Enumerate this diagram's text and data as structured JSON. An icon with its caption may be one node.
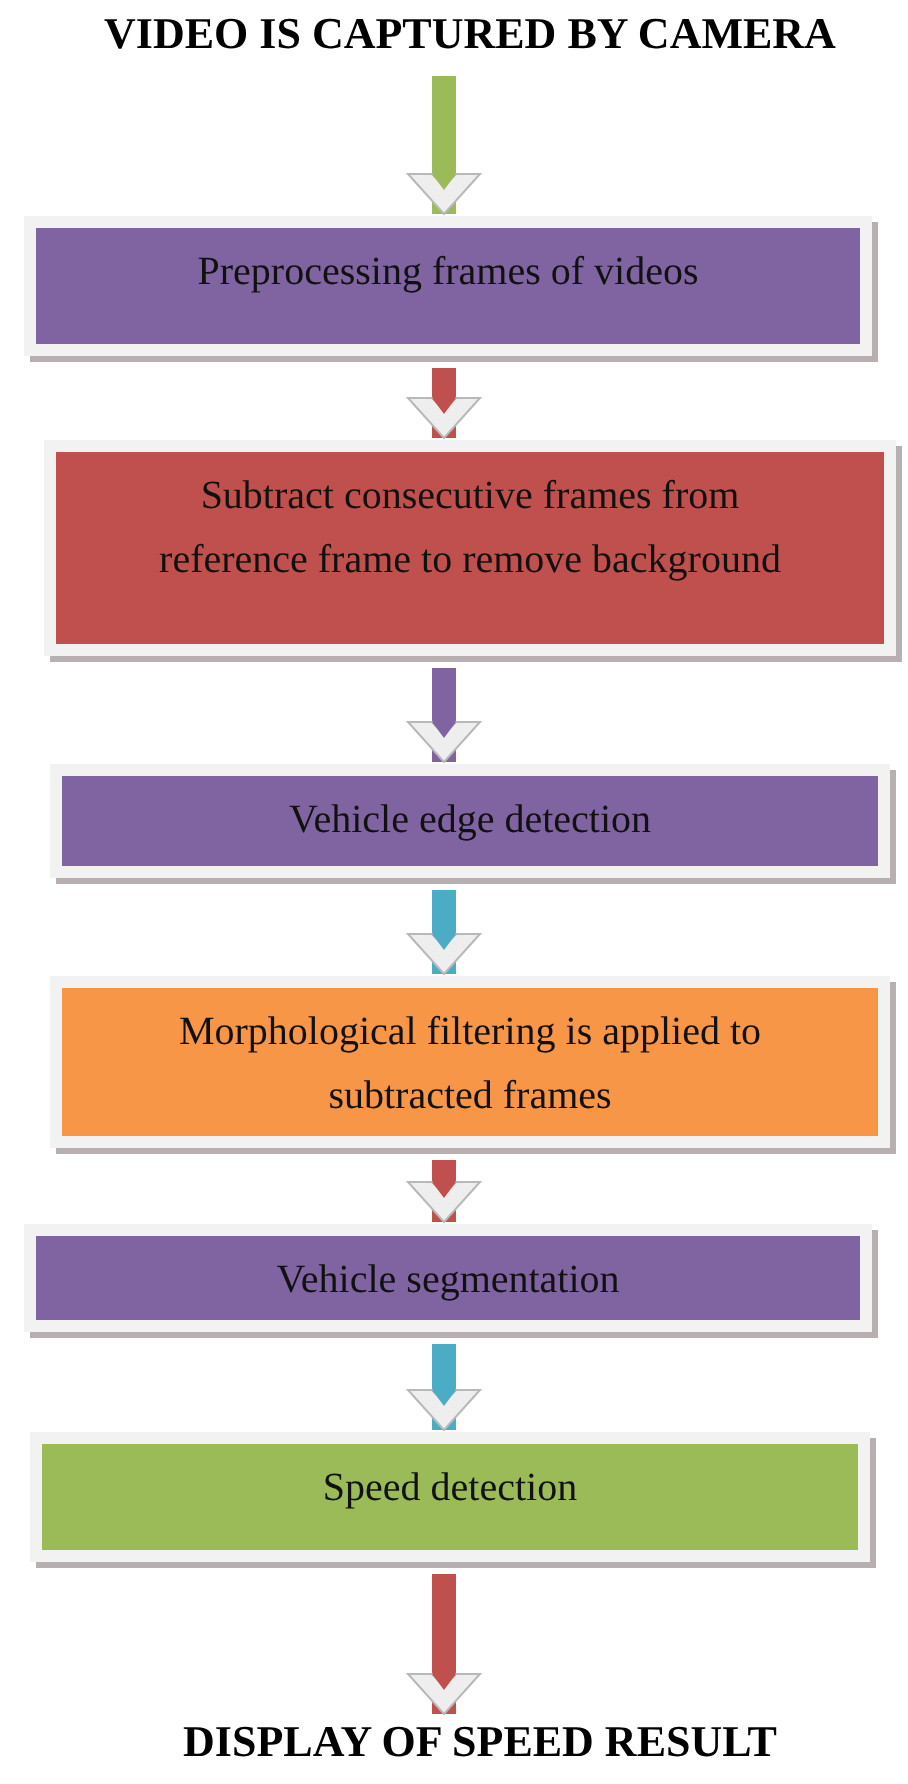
{
  "diagram": {
    "nodes": [
      {
        "text": [
          "VIDEO IS CAPTURED  BY CAMERA"
        ]
      },
      {
        "text": [
          "Preprocessing  frames of videos"
        ]
      },
      {
        "text": [
          "Subtract consecutive frames from reference frame to remove background"
        ]
      },
      {
        "text": [
          "Vehicle edge detection"
        ]
      },
      {
        "text": [
          "Morphological filtering is applied to subtracted frames"
        ]
      },
      {
        "text": [
          "Vehicle segmentation"
        ]
      },
      {
        "text": [
          "Speed detection"
        ]
      },
      {
        "text": [
          "DISPLAY OF SPEED RESULT"
        ]
      }
    ],
    "edges": [
      {
        "from": 0,
        "to": 1,
        "arrow": "to",
        "color": "#9bbb59"
      },
      {
        "from": 1,
        "to": 2,
        "arrow": "to",
        "color": "#c0504d"
      },
      {
        "from": 2,
        "to": 3,
        "arrow": "to",
        "color": "#8064a2"
      },
      {
        "from": 3,
        "to": 4,
        "arrow": "to",
        "color": "#4bacc6"
      },
      {
        "from": 4,
        "to": 5,
        "arrow": "to",
        "color": "#c0504d"
      },
      {
        "from": 5,
        "to": 6,
        "arrow": "to",
        "color": "#4bacc6"
      },
      {
        "from": 6,
        "to": 7,
        "arrow": "to",
        "color": "#c0504d"
      }
    ]
  }
}
